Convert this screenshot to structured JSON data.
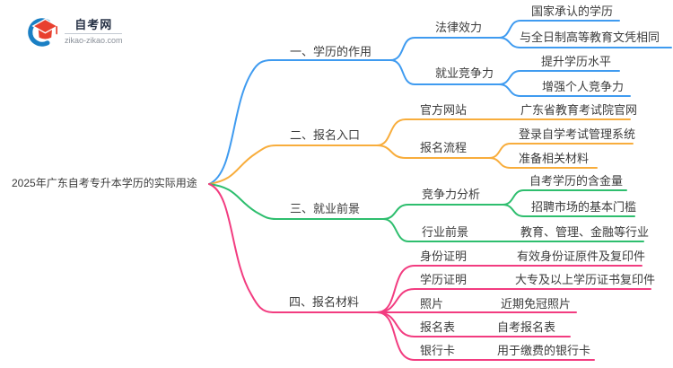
{
  "logo": {
    "title": "自考网",
    "domain": "zikao-zikao.com",
    "colors": {
      "blue": "#1a7fc4",
      "red": "#e8402f"
    }
  },
  "root": {
    "label": "2025年广东自考专升本学历的实际用途"
  },
  "branches": [
    {
      "label": "一、学历的作用",
      "color": "#3f9bf0",
      "children": [
        {
          "label": "法律效力",
          "leaves": [
            "国家承认的学历",
            "与全日制高等教育文凭相同"
          ]
        },
        {
          "label": "就业竞争力",
          "leaves": [
            "提升学历水平",
            "增强个人竞争力"
          ]
        }
      ]
    },
    {
      "label": "二、报名入口",
      "color": "#f8ad3c",
      "children": [
        {
          "label": "官方网站",
          "leaves": [
            "广东省教育考试院官网"
          ]
        },
        {
          "label": "报名流程",
          "leaves": [
            "登录自学考试管理系统",
            "准备相关材料"
          ]
        }
      ]
    },
    {
      "label": "三、就业前景",
      "color": "#2ebe6e",
      "children": [
        {
          "label": "竞争力分析",
          "leaves": [
            "自考学历的含金量",
            "招聘市场的基本门槛"
          ]
        },
        {
          "label": "行业前景",
          "leaves": [
            "教育、管理、金融等行业"
          ]
        }
      ]
    },
    {
      "label": "四、报名材料",
      "color": "#f23c80",
      "children": [
        {
          "label": "身份证明",
          "leaves": [
            "有效身份证原件及复印件"
          ]
        },
        {
          "label": "学历证明",
          "leaves": [
            "大专及以上学历证书复印件"
          ]
        },
        {
          "label": "照片",
          "leaves": [
            "近期免冠照片"
          ]
        },
        {
          "label": "报名表",
          "leaves": [
            "自考报名表"
          ]
        },
        {
          "label": "银行卡",
          "leaves": [
            "用于缴费的银行卡"
          ]
        }
      ]
    }
  ]
}
